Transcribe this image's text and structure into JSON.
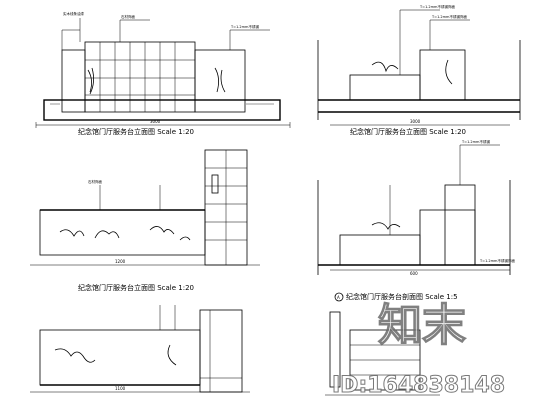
{
  "drawing": {
    "captions": {
      "elev1": "纪念馆门厅服务台立面图    Scale 1:20",
      "elev2": "纪念馆门厅服务台立面图    Scale 1:20",
      "elev3": "纪念馆门厅服务台立面图    Scale 1:20",
      "section": "纪念馆门厅服务台剖面图   Scale 1:5"
    },
    "notes": {
      "n1": "实木线条油漆",
      "n2": "石材饰面",
      "n3": "T=1.2mm不锈钢",
      "n4": "T=1.2mm不锈钢饰面",
      "n5": "T=1.2mm不锈钢饰面",
      "n6": "石材饰面",
      "n7": "T=1.2mm不锈钢",
      "n8": "T=1.2mm不锈钢饰面"
    },
    "dims": {
      "d1": "3000",
      "d2": "3000",
      "d3": "1200",
      "d4": "600",
      "d5": "1100"
    },
    "section_marker": "A"
  },
  "watermark": {
    "brand": "知末",
    "id_text": "ID:164838148"
  }
}
